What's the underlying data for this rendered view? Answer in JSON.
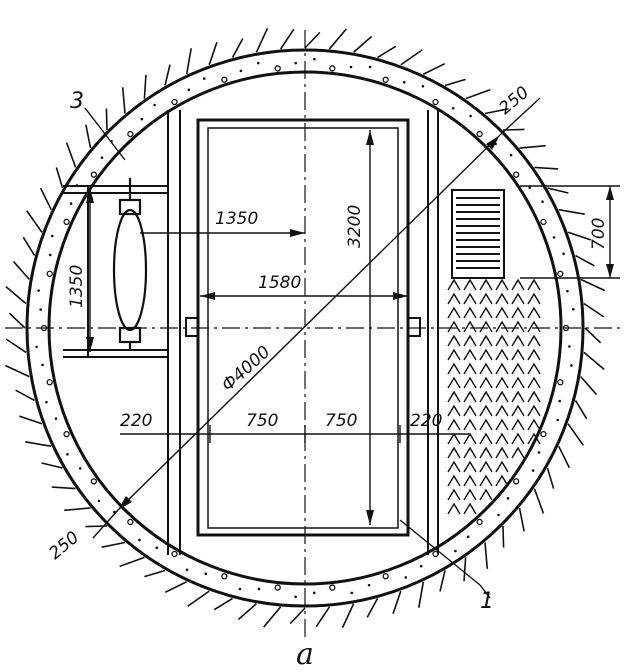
{
  "figure": {
    "caption": "а",
    "labels": {
      "item_3": "3",
      "item_1": "1"
    },
    "dimensions": {
      "lining_top": "250",
      "lining_bottom": "250",
      "diameter": "Ф4000",
      "cage_height": "3200",
      "cage_width": "1580",
      "offset_center": "1350",
      "left_height": "1350",
      "right_height": "700",
      "gap_left": "220",
      "half_left": "750",
      "half_right": "750",
      "gap_right": "220"
    }
  }
}
